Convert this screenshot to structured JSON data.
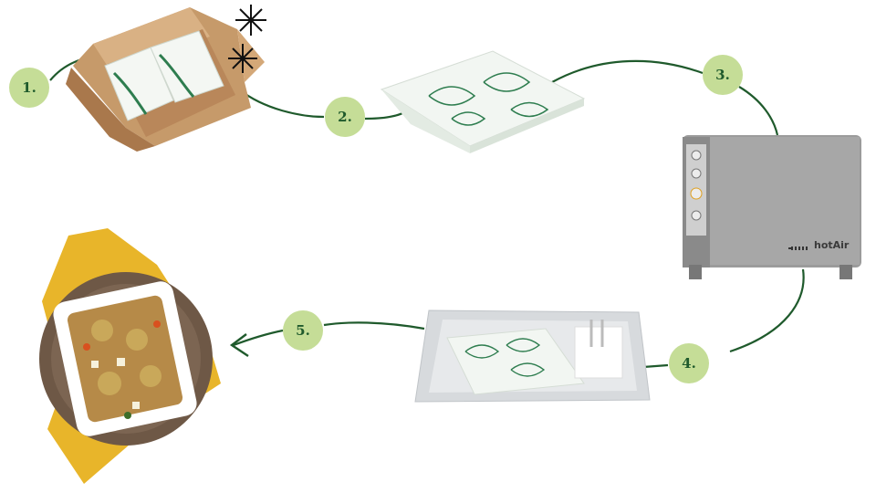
{
  "steps": [
    {
      "number": "1.",
      "item": "frozen meal box"
    },
    {
      "number": "2.",
      "item": "sealed meal tray"
    },
    {
      "number": "3.",
      "item": "hot air oven"
    },
    {
      "number": "4.",
      "item": "serving tray with meal and cutlery"
    },
    {
      "number": "5.",
      "item": "served dish"
    }
  ],
  "oven": {
    "brand": "hotAir"
  },
  "colors": {
    "path": "#1f5a2c",
    "badge": "#c5dd97",
    "badge_text": "#1f5a2c",
    "leaf": "#2e7d4f"
  }
}
